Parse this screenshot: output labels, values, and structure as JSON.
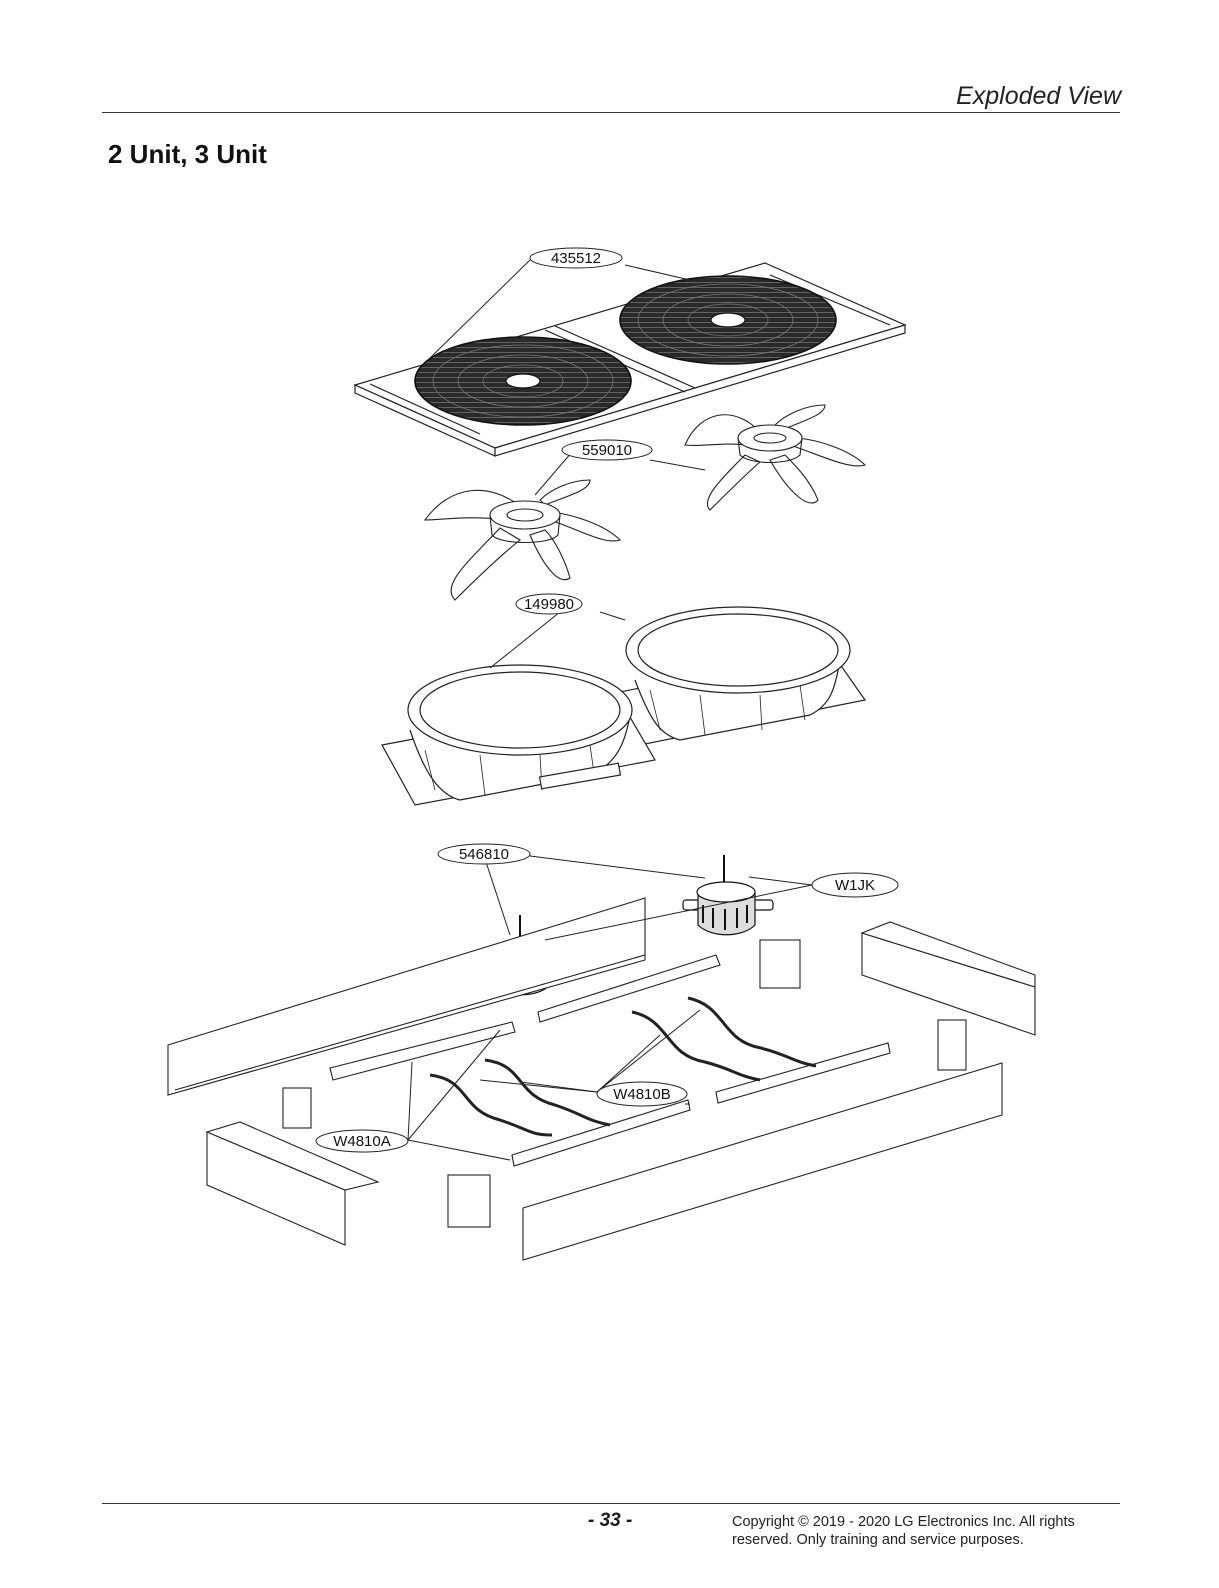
{
  "header": {
    "title": "Exploded View"
  },
  "section": {
    "title": "2 Unit, 3 Unit"
  },
  "callouts": [
    {
      "id": "fan-guard",
      "label": "435512"
    },
    {
      "id": "fan-blade",
      "label": "559010"
    },
    {
      "id": "orifice",
      "label": "149980"
    },
    {
      "id": "motor",
      "label": "546810"
    },
    {
      "id": "wire-harness",
      "label": "W1JK"
    },
    {
      "id": "motor-bracket-b",
      "label": "W4810B"
    },
    {
      "id": "motor-bracket-a",
      "label": "W4810A"
    }
  ],
  "footer": {
    "page_number": "- 33 -",
    "copyright_line1": "Copyright © 2019 - 2020 LG Electronics Inc. All rights",
    "copyright_line2": "reserved. Only training and service purposes."
  }
}
